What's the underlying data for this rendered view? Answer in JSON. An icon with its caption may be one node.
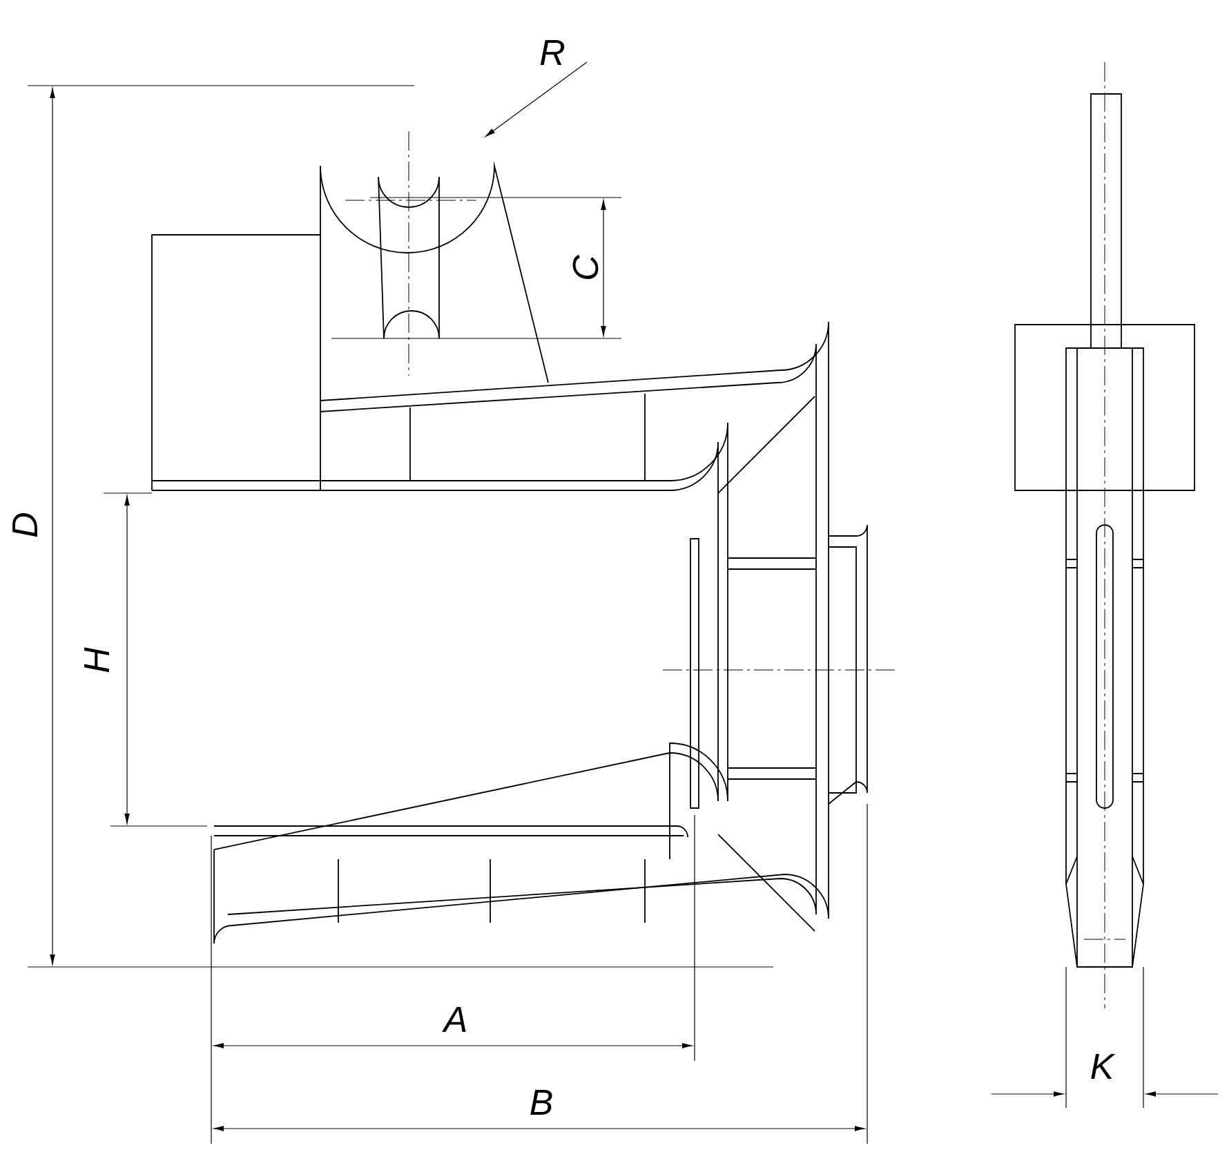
{
  "diagram": {
    "labels": [
      "R",
      "C",
      "D",
      "H",
      "A",
      "B",
      "K"
    ]
  }
}
